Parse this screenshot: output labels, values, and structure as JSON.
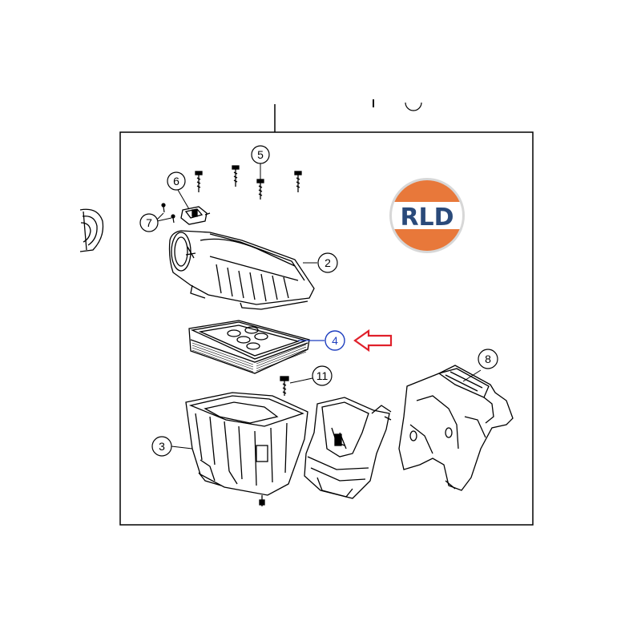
{
  "logo": {
    "text": "RLD",
    "colors": {
      "top": "#e8783a",
      "band": "#ffffff",
      "bottom": "#e8783a",
      "text": "#2a4a7a",
      "ring": "#d7d7d7"
    }
  },
  "callouts": [
    {
      "id": "c2",
      "label": "2"
    },
    {
      "id": "c3",
      "label": "3"
    },
    {
      "id": "c4",
      "label": "4",
      "highlight": true
    },
    {
      "id": "c5",
      "label": "5"
    },
    {
      "id": "c6",
      "label": "6"
    },
    {
      "id": "c7",
      "label": "7"
    },
    {
      "id": "c8",
      "label": "8"
    },
    {
      "id": "c11",
      "label": "11"
    }
  ],
  "colors": {
    "line": "#000000",
    "highlight_circle": "#1f3fbf",
    "highlight_arrow": "#e0202a"
  }
}
